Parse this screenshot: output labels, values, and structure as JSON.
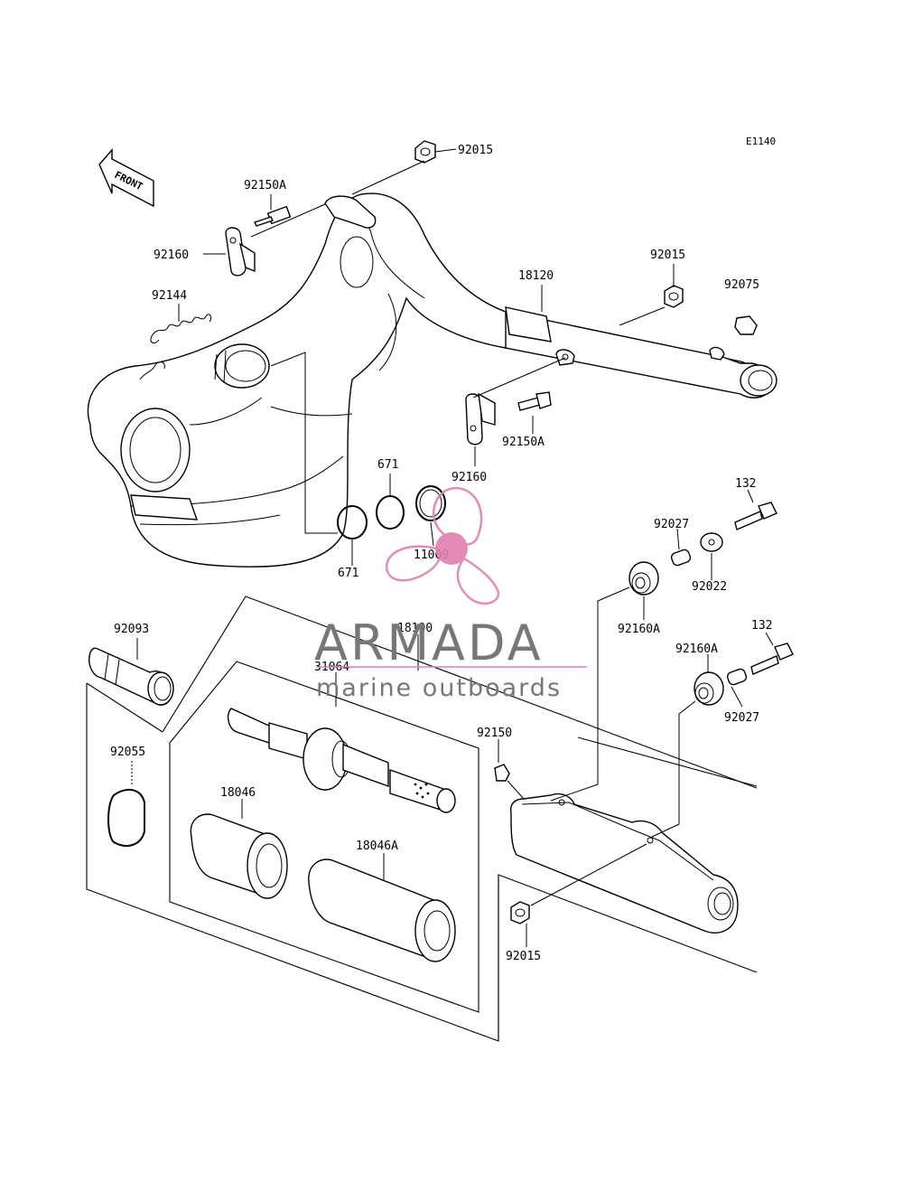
{
  "diagram": {
    "code": "E1140",
    "direction_label": "FRONT"
  },
  "callouts": {
    "c_92015_top": "92015",
    "c_92150A_top": "92150A",
    "c_92160_top": "92160",
    "c_92144": "92144",
    "c_18120": "18120",
    "c_92015_mid": "92015",
    "c_92075": "92075",
    "c_92150A_mid": "92150A",
    "c_92160_mid": "92160",
    "c_671_top": "671",
    "c_671_bot": "671",
    "c_11009": "11009",
    "c_132_top": "132",
    "c_92027_top": "92027",
    "c_92022": "92022",
    "c_92160A_top": "92160A",
    "c_92093": "92093",
    "c_18100": "18100",
    "c_31064": "31064",
    "c_132_bot": "132",
    "c_92160A_bot": "92160A",
    "c_92027_bot": "92027",
    "c_92150": "92150",
    "c_92055": "92055",
    "c_18046": "18046",
    "c_18046A": "18046A",
    "c_92015_bot": "92015"
  },
  "watermark": {
    "brand": "ARMADA",
    "tagline": "marine outboards",
    "accent_color": "#e17fb0",
    "text_color": "#777777"
  }
}
